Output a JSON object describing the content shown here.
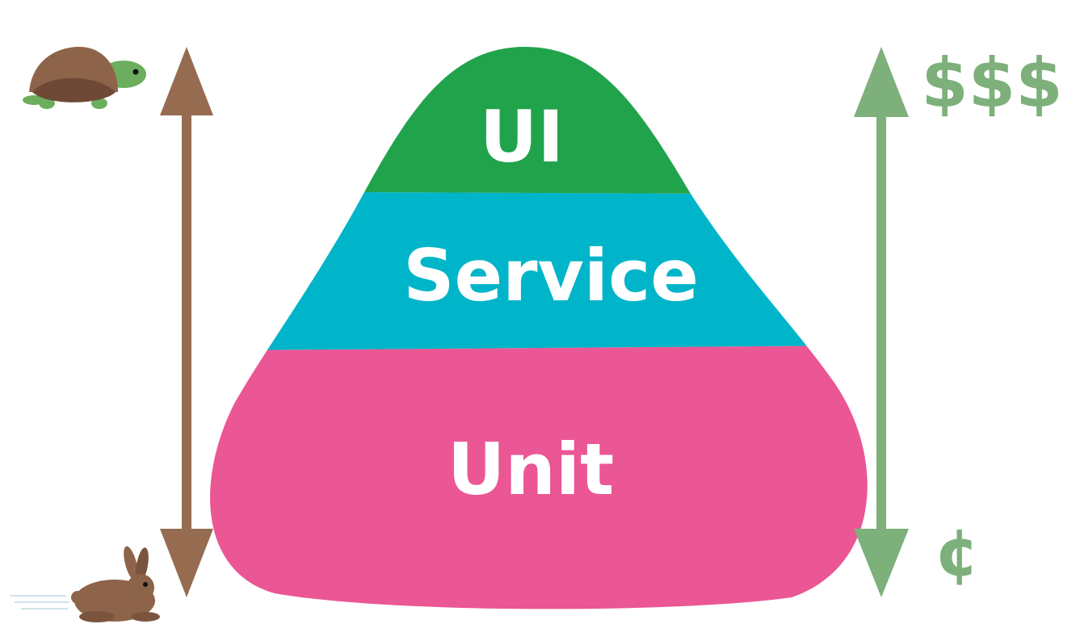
{
  "diagram": {
    "layers": [
      {
        "label": "UI",
        "color": "#21a34c"
      },
      {
        "label": "Service",
        "color": "#00b5c9"
      },
      {
        "label": "Unit",
        "color": "#eb5695"
      }
    ]
  },
  "speed_axis": {
    "color": "#966c51",
    "slow_icon": "turtle-icon",
    "fast_icon": "rabbit-icon"
  },
  "cost_axis": {
    "color": "#7db07a",
    "high_label": "$$$",
    "low_label": "¢"
  }
}
